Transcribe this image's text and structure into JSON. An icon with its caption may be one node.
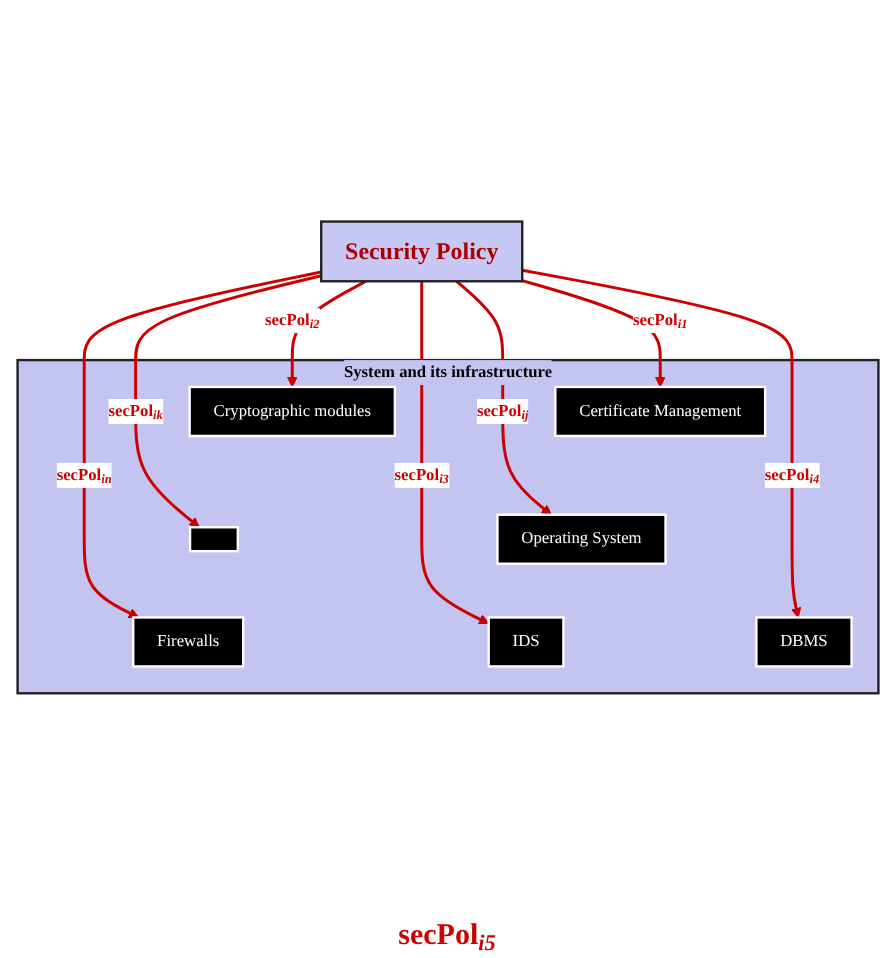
{
  "diagram": {
    "nodes": [
      {
        "text": [
          "Security Policy"
        ]
      },
      {
        "text": [
          "System and its infrastructure"
        ]
      },
      {
        "text": [
          "Cryptographic modules"
        ],
        "in": 1
      },
      {
        "text": [
          "Certificate Management"
        ],
        "in": 1
      },
      {
        "text": [],
        "shape": "box",
        "in": 1
      },
      {
        "text": [
          "Operating System"
        ],
        "in": 1
      },
      {
        "text": [
          "Firewalls"
        ],
        "in": 1
      },
      {
        "text": [
          "IDS"
        ],
        "in": 1
      },
      {
        "text": [
          "DBMS"
        ],
        "in": 1
      }
    ],
    "edges": [
      {
        "from": 0,
        "to": 2,
        "arrow": "to",
        "label": "secPol$_{i2}$",
        "color": "#cc0000"
      },
      {
        "from": 0,
        "to": 3,
        "arrow": "to",
        "label": "secPol$_{i1}$",
        "color": "#cc0000"
      },
      {
        "from": 0,
        "to": 4,
        "arrow": "to",
        "label": "secPol$_{ik}$",
        "color": "#cc0000"
      },
      {
        "from": 0,
        "to": 5,
        "arrow": "to",
        "label": "secPol$_{ij}$",
        "color": "#cc0000"
      },
      {
        "from": 0,
        "to": 6,
        "arrow": "to",
        "label": "secPol$_{in}$",
        "color": "#cc0000"
      },
      {
        "from": 0,
        "to": 7,
        "arrow": "to",
        "label": "secPol$_{i3}$",
        "color": "#cc0000"
      },
      {
        "from": 0,
        "to": 8,
        "arrow": "to",
        "label": "secPol$_{i4}$",
        "color": "#cc0000"
      }
    ],
    "labels": [
      "secPol$_{i5}$"
    ]
  }
}
